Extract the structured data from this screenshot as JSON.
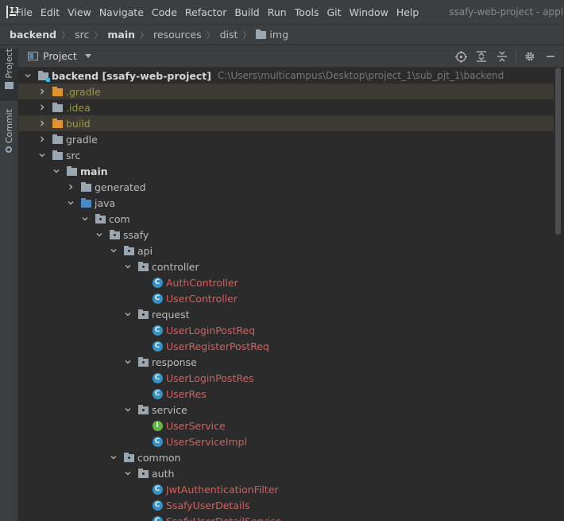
{
  "menu": {
    "logo_text": "IJ",
    "items": [
      "File",
      "Edit",
      "View",
      "Navigate",
      "Code",
      "Refactor",
      "Build",
      "Run",
      "Tools",
      "Git",
      "Window",
      "Help"
    ],
    "window_title": "ssafy-web-project - application"
  },
  "breadcrumb": {
    "items": [
      "backend",
      "src",
      "main",
      "resources",
      "dist",
      "img"
    ]
  },
  "stripe": {
    "project_label": "Project",
    "commit_label": "Commit"
  },
  "panel": {
    "title": "Project"
  },
  "tree": {
    "root_label": "backend [ssafy-web-project]",
    "root_path": "C:\\Users\\multicampus\\Desktop\\project_1\\sub_pjt_1\\backend",
    "rows": [
      {
        "label": ".gradle",
        "depth": 1,
        "chev": "right",
        "icon": "folder-orange",
        "style": "olive",
        "excluded": true
      },
      {
        "label": ".idea",
        "depth": 1,
        "chev": "right",
        "icon": "folder-gray",
        "style": "olive",
        "excluded": false
      },
      {
        "label": "build",
        "depth": 1,
        "chev": "right",
        "icon": "folder-orange",
        "style": "olive",
        "excluded": true
      },
      {
        "label": "gradle",
        "depth": 1,
        "chev": "right",
        "icon": "folder-gray",
        "style": "normal",
        "excluded": false
      },
      {
        "label": "src",
        "depth": 1,
        "chev": "down",
        "icon": "folder-gray",
        "style": "normal",
        "excluded": false
      },
      {
        "label": "main",
        "depth": 2,
        "chev": "down",
        "icon": "folder-gray",
        "style": "bold",
        "excluded": false
      },
      {
        "label": "generated",
        "depth": 3,
        "chev": "right",
        "icon": "folder-gray",
        "style": "normal",
        "excluded": false
      },
      {
        "label": "java",
        "depth": 3,
        "chev": "down",
        "icon": "folder-blue",
        "style": "normal",
        "excluded": false
      },
      {
        "label": "com",
        "depth": 4,
        "chev": "down",
        "icon": "package",
        "style": "normal",
        "excluded": false
      },
      {
        "label": "ssafy",
        "depth": 5,
        "chev": "down",
        "icon": "package",
        "style": "normal",
        "excluded": false
      },
      {
        "label": "api",
        "depth": 6,
        "chev": "down",
        "icon": "package",
        "style": "normal",
        "excluded": false
      },
      {
        "label": "controller",
        "depth": 7,
        "chev": "down",
        "icon": "package",
        "style": "normal",
        "excluded": false
      },
      {
        "label": "AuthController",
        "depth": 8,
        "chev": "none",
        "icon": "class",
        "style": "red",
        "excluded": false
      },
      {
        "label": "UserController",
        "depth": 8,
        "chev": "none",
        "icon": "class",
        "style": "red",
        "excluded": false
      },
      {
        "label": "request",
        "depth": 7,
        "chev": "down",
        "icon": "package",
        "style": "normal",
        "excluded": false
      },
      {
        "label": "UserLoginPostReq",
        "depth": 8,
        "chev": "none",
        "icon": "class",
        "style": "red",
        "excluded": false
      },
      {
        "label": "UserRegisterPostReq",
        "depth": 8,
        "chev": "none",
        "icon": "class",
        "style": "red",
        "excluded": false
      },
      {
        "label": "response",
        "depth": 7,
        "chev": "down",
        "icon": "package",
        "style": "normal",
        "excluded": false
      },
      {
        "label": "UserLoginPostRes",
        "depth": 8,
        "chev": "none",
        "icon": "class",
        "style": "red",
        "excluded": false
      },
      {
        "label": "UserRes",
        "depth": 8,
        "chev": "none",
        "icon": "class",
        "style": "red",
        "excluded": false
      },
      {
        "label": "service",
        "depth": 7,
        "chev": "down",
        "icon": "package",
        "style": "normal",
        "excluded": false
      },
      {
        "label": "UserService",
        "depth": 8,
        "chev": "none",
        "icon": "interface",
        "style": "red",
        "excluded": false
      },
      {
        "label": "UserServiceImpl",
        "depth": 8,
        "chev": "none",
        "icon": "class",
        "style": "red",
        "excluded": false
      },
      {
        "label": "common",
        "depth": 6,
        "chev": "down",
        "icon": "package",
        "style": "normal",
        "excluded": false
      },
      {
        "label": "auth",
        "depth": 7,
        "chev": "down",
        "icon": "package",
        "style": "normal",
        "excluded": false
      },
      {
        "label": "JwtAuthenticationFilter",
        "depth": 8,
        "chev": "none",
        "icon": "class",
        "style": "red",
        "excluded": false
      },
      {
        "label": "SsafyUserDetails",
        "depth": 8,
        "chev": "none",
        "icon": "class",
        "style": "red",
        "excluded": false
      },
      {
        "label": "SsafyUserDetailService",
        "depth": 8,
        "chev": "none",
        "icon": "class",
        "style": "red",
        "excluded": false
      }
    ]
  },
  "colors": {
    "modified_file": "#db5c5c",
    "excluded_folder": "#e0922f",
    "excluded_text": "#999a3c",
    "source_root": "#4a88c7",
    "class_icon": "#3592c4",
    "interface_icon": "#62b543"
  }
}
